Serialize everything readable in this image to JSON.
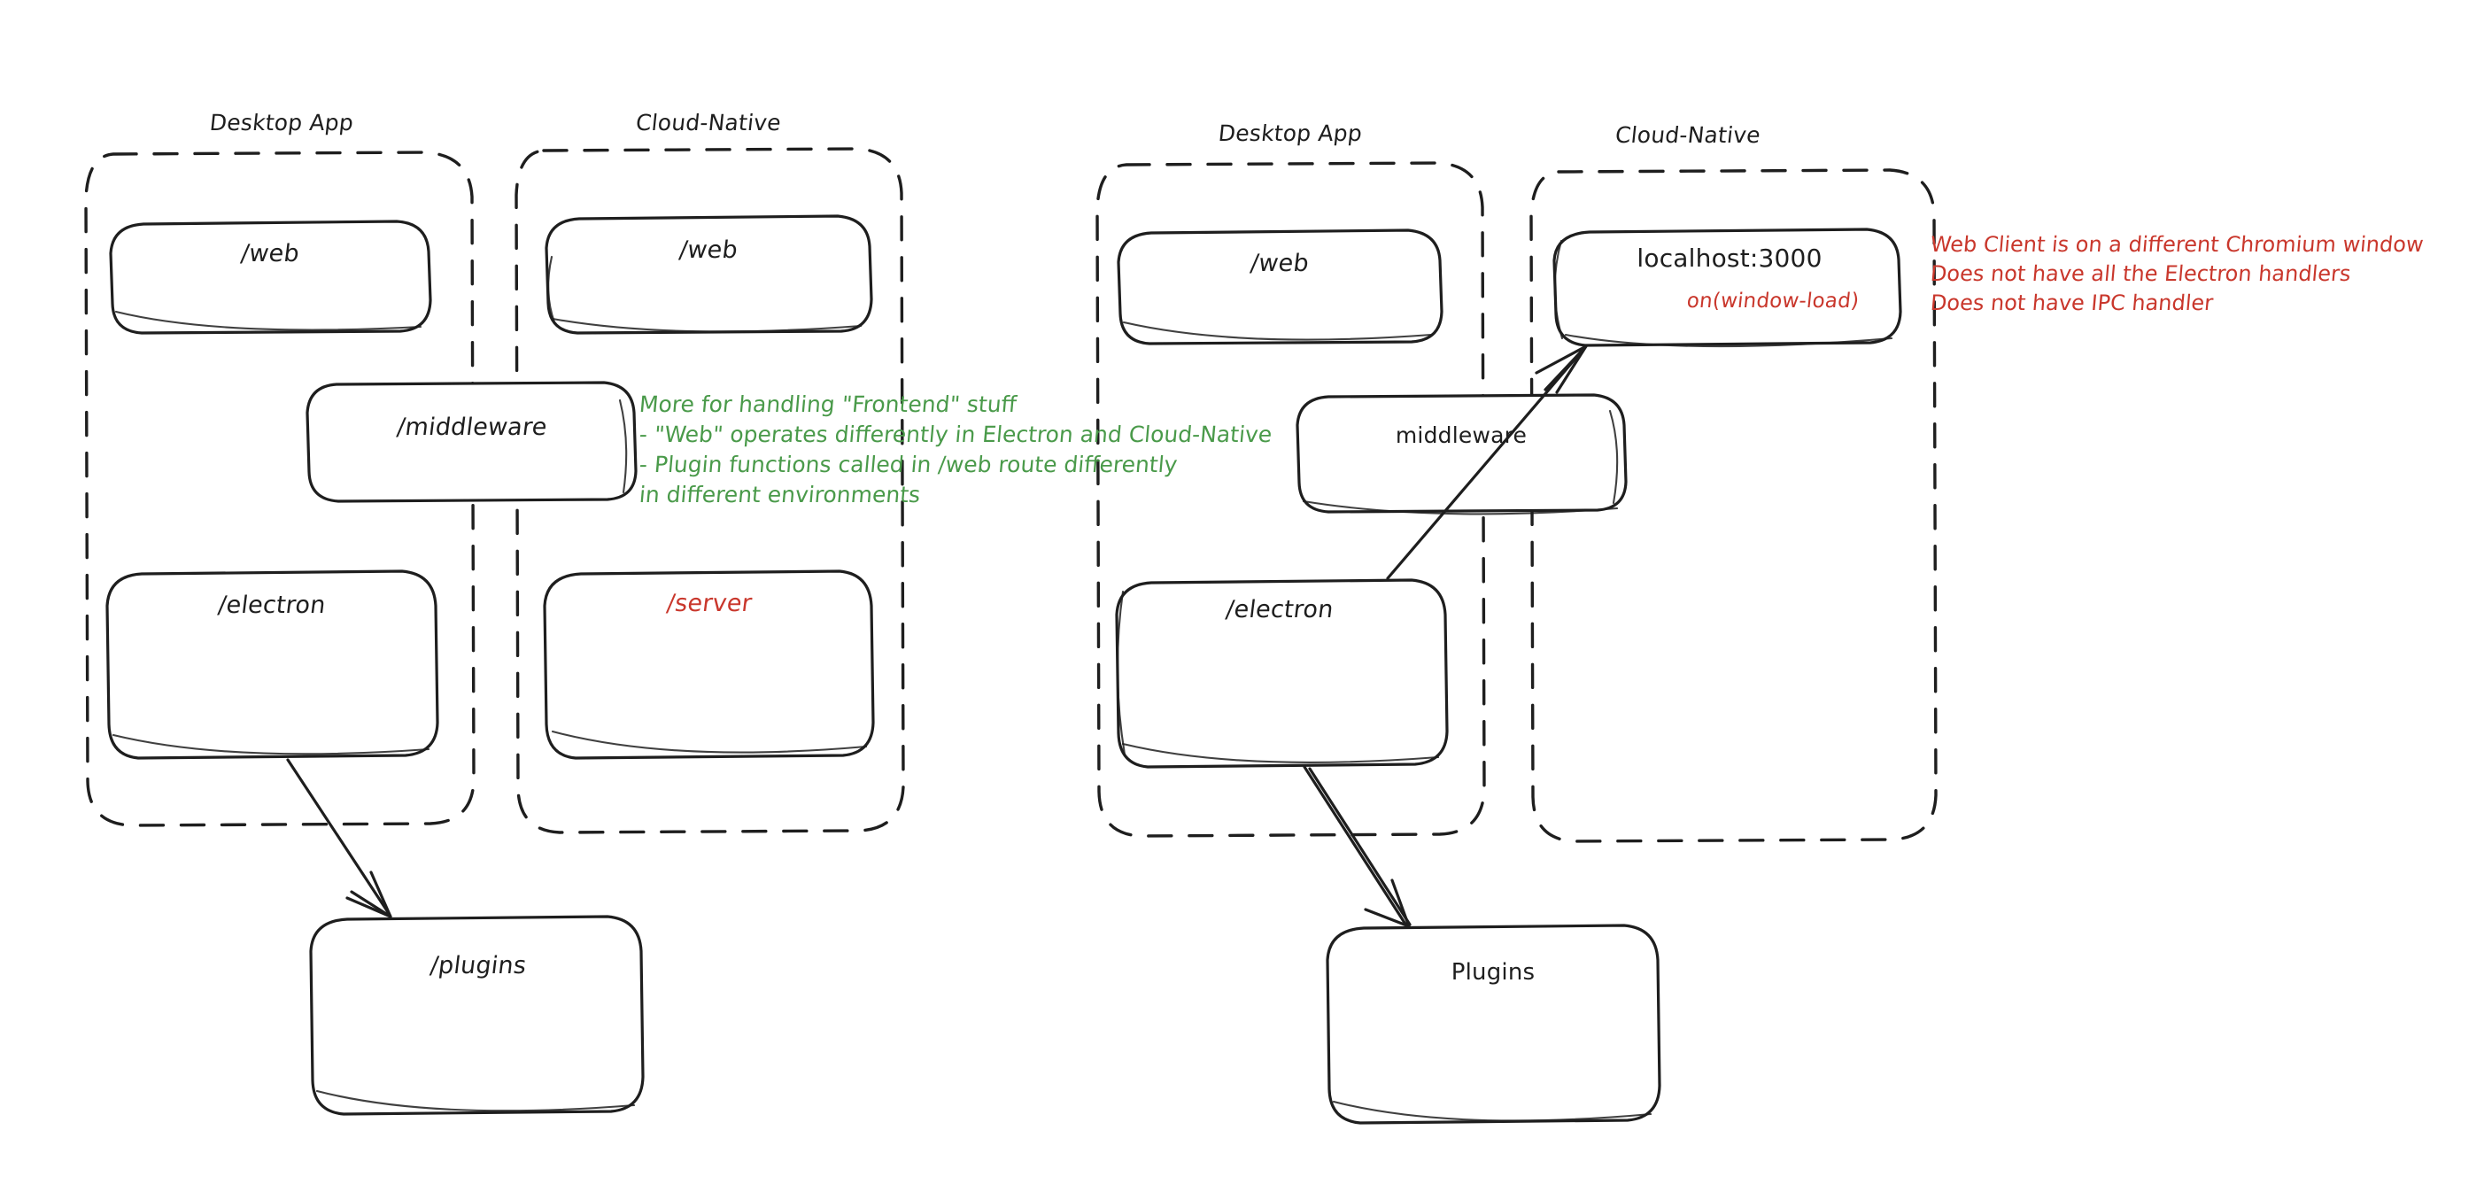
{
  "diagram": {
    "type": "architecture-sketch",
    "style": "hand-drawn whiteboard sketch",
    "background_color": "#ffffff",
    "stroke_color": "#1e1e1e",
    "accent_colors": {
      "red": "#c9372c",
      "green": "#4a9a4a",
      "black": "#1e1e1e"
    }
  },
  "panels": [
    {
      "id": "left-panel",
      "groups": [
        {
          "id": "left-desktop-app",
          "caption": "Desktop App",
          "nodes": [
            {
              "id": "l-web",
              "label": "/web",
              "color": "black"
            },
            {
              "id": "l-electron",
              "label": "/electron",
              "color": "black"
            }
          ]
        },
        {
          "id": "left-cloud-native",
          "caption": "Cloud-Native",
          "nodes": [
            {
              "id": "l-web-cn",
              "label": "/web",
              "color": "black"
            },
            {
              "id": "l-server",
              "label": "/server",
              "color": "red"
            }
          ]
        }
      ],
      "shared_nodes": [
        {
          "id": "l-middleware",
          "label": "/middleware",
          "color": "black",
          "spans": "both-groups"
        }
      ],
      "outside_nodes": [
        {
          "id": "l-plugins",
          "label": "/plugins",
          "color": "black"
        }
      ],
      "arrows": [
        {
          "id": "l-electron-to-plugins",
          "from": "l-electron",
          "to": "l-plugins"
        }
      ]
    },
    {
      "id": "right-panel",
      "groups": [
        {
          "id": "right-desktop-app",
          "caption": "Desktop App",
          "nodes": [
            {
              "id": "r-web",
              "label": "/web",
              "color": "black"
            },
            {
              "id": "r-electron",
              "label": "/electron",
              "color": "black"
            }
          ]
        },
        {
          "id": "right-cloud-native",
          "caption": "Cloud-Native",
          "nodes": [
            {
              "id": "r-localhost",
              "label": "localhost:3000",
              "color": "black",
              "sub_label": "on(window-load)",
              "sub_color": "red"
            }
          ]
        }
      ],
      "shared_nodes": [
        {
          "id": "r-middleware",
          "label": "middleware",
          "color": "black",
          "spans": "both-groups"
        }
      ],
      "outside_nodes": [
        {
          "id": "r-plugins",
          "label": "Plugins",
          "color": "black"
        }
      ],
      "arrows": [
        {
          "id": "r-electron-to-plugins",
          "from": "r-electron",
          "to": "r-plugins"
        },
        {
          "id": "r-electron-to-localhost",
          "from": "r-electron",
          "to": "r-localhost"
        }
      ]
    }
  ],
  "annotations": [
    {
      "id": "green-note",
      "color": "green",
      "lines": [
        "More for handling \"Frontend\" stuff",
        "- \"Web\" operates differently in Electron and Cloud-Native",
        "- Plugin functions called in /web route differently",
        "in different environments"
      ]
    },
    {
      "id": "red-note",
      "color": "red",
      "lines": [
        "Web Client is on a different Chromium window",
        "Does not have all the Electron handlers",
        "Does not have IPC handler"
      ]
    }
  ]
}
